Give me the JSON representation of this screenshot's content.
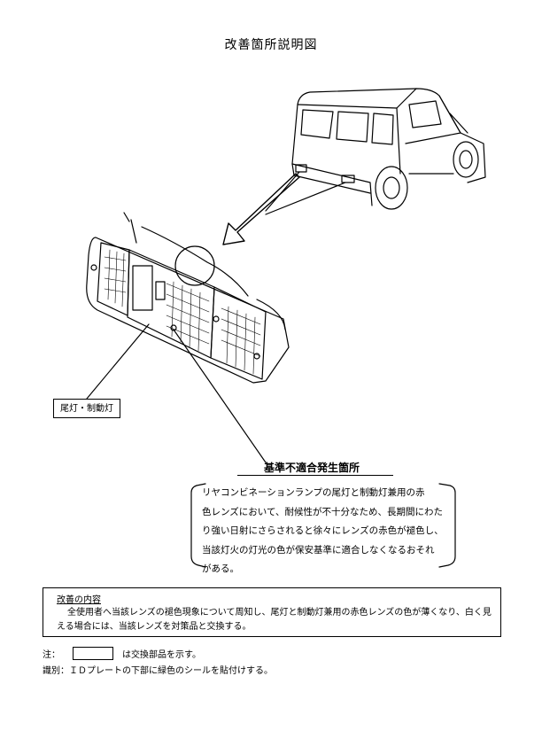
{
  "title": "改善箇所説明図",
  "callout": {
    "lamp_label": "尾灯・制動灯"
  },
  "defect": {
    "heading": "基準不適合発生箇所",
    "lines": [
      "リヤコンビネーションランプの尾灯と制動灯兼用の赤",
      "色レンズにおいて、耐候性が不十分なため、長期間にわた",
      "り強い日射にさらされると徐々にレンズの赤色が褪色し、",
      "当該灯火の灯光の色が保安基準に適合しなくなるおそれ",
      "がある。"
    ]
  },
  "improvement": {
    "title": "改善の内容",
    "body": "全使用者へ当該レンズの褪色現象について周知し、尾灯と制動灯兼用の赤色レンズの色が薄くなり、白く見える場合には、当該レンズを対策品と交換する。"
  },
  "note": {
    "prefix": "注：",
    "suffix": "は交換部品を示す。"
  },
  "identification": "識別：ＩＤプレートの下部に緑色のシールを貼付けする。"
}
